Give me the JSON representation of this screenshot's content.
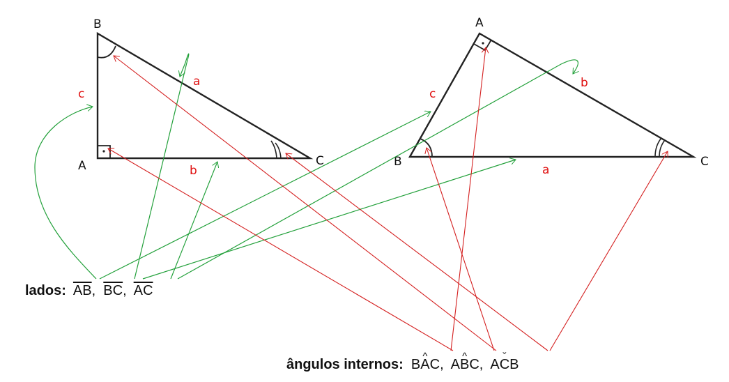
{
  "colors": {
    "triangle": "#222222",
    "side_label": "#e01010",
    "green_arrow": "#22a03a",
    "red_arrow": "#d41f1f"
  },
  "triangle1": {
    "vertices": {
      "A": "A",
      "B": "B",
      "C": "C"
    },
    "sides": {
      "a": "a",
      "b": "b",
      "c": "c"
    }
  },
  "triangle2": {
    "vertices": {
      "A": "A",
      "B": "B",
      "C": "C"
    },
    "sides": {
      "a": "a",
      "b": "b",
      "c": "c"
    }
  },
  "lados": {
    "label": "lados:",
    "items": [
      "AB",
      "BC",
      "AC"
    ],
    "separator": ","
  },
  "angulos": {
    "label": "ângulos internos:",
    "items": [
      {
        "first": "B",
        "vertex": "A",
        "last": "C"
      },
      {
        "first": "A",
        "vertex": "B",
        "last": "C"
      },
      {
        "first": "A",
        "vertex": "C",
        "last": "B"
      }
    ],
    "separator": ","
  }
}
